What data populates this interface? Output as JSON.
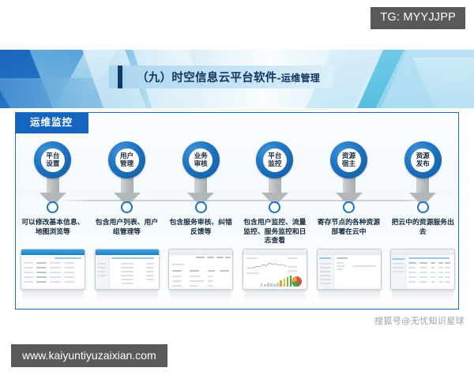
{
  "tg_badge": "TG: MYYJJPP",
  "slide": {
    "title_main": "（九）时空信息云平台软件",
    "title_sub": "-运维管理",
    "section_badge": "运维监控"
  },
  "columns": [
    {
      "node_line1": "平台",
      "node_line2": "设置",
      "description": "可以修改基本信息、地图浏览等"
    },
    {
      "node_line1": "用户",
      "node_line2": "管理",
      "description": "包含用户列表、用户组管理等"
    },
    {
      "node_line1": "业务",
      "node_line2": "审核",
      "description": "包含服务审核、纠错反馈等"
    },
    {
      "node_line1": "平台",
      "node_line2": "监控",
      "description": "包含用户监控、流量监控、服务监控和日志查看"
    },
    {
      "node_line1": "资源",
      "node_line2": "宿主",
      "description": "寄存节点的各种资源部署在云中"
    },
    {
      "node_line1": "资源",
      "node_line2": "发布",
      "description": "把云中的资源服务出去"
    }
  ],
  "watermarks": {
    "sohu": "搜狐号@无忧知识星球",
    "site": "www.kaiyuntiyuzaixian.com"
  },
  "colors": {
    "accent_blue": "#1565c0",
    "node_blue": "#1c72c0",
    "panel_border": "#1b6fc0",
    "badge_grey": "#595959",
    "arrow_grey": "#b2b7b9",
    "title_navy": "#10335e"
  }
}
